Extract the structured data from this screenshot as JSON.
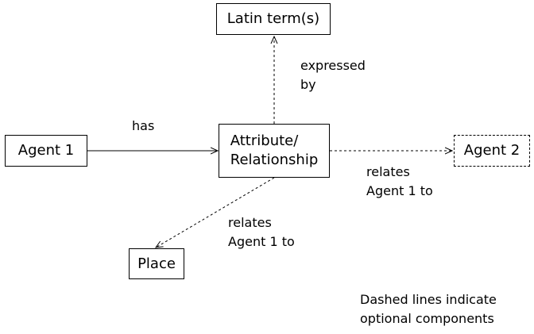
{
  "nodes": {
    "latin_term": "Latin term(s)",
    "attribute": "Attribute/\nRelationship",
    "agent1": "Agent 1",
    "agent2": "Agent 2",
    "place": "Place"
  },
  "edge_labels": {
    "has": "has",
    "expressed_by": "expressed\nby",
    "relates_agent2": "relates\nAgent 1 to",
    "relates_place": "relates\nAgent 1 to"
  },
  "legend": "Dashed lines indicate\noptional components",
  "colors": {
    "line": "#000000",
    "background": "#ffffff"
  }
}
